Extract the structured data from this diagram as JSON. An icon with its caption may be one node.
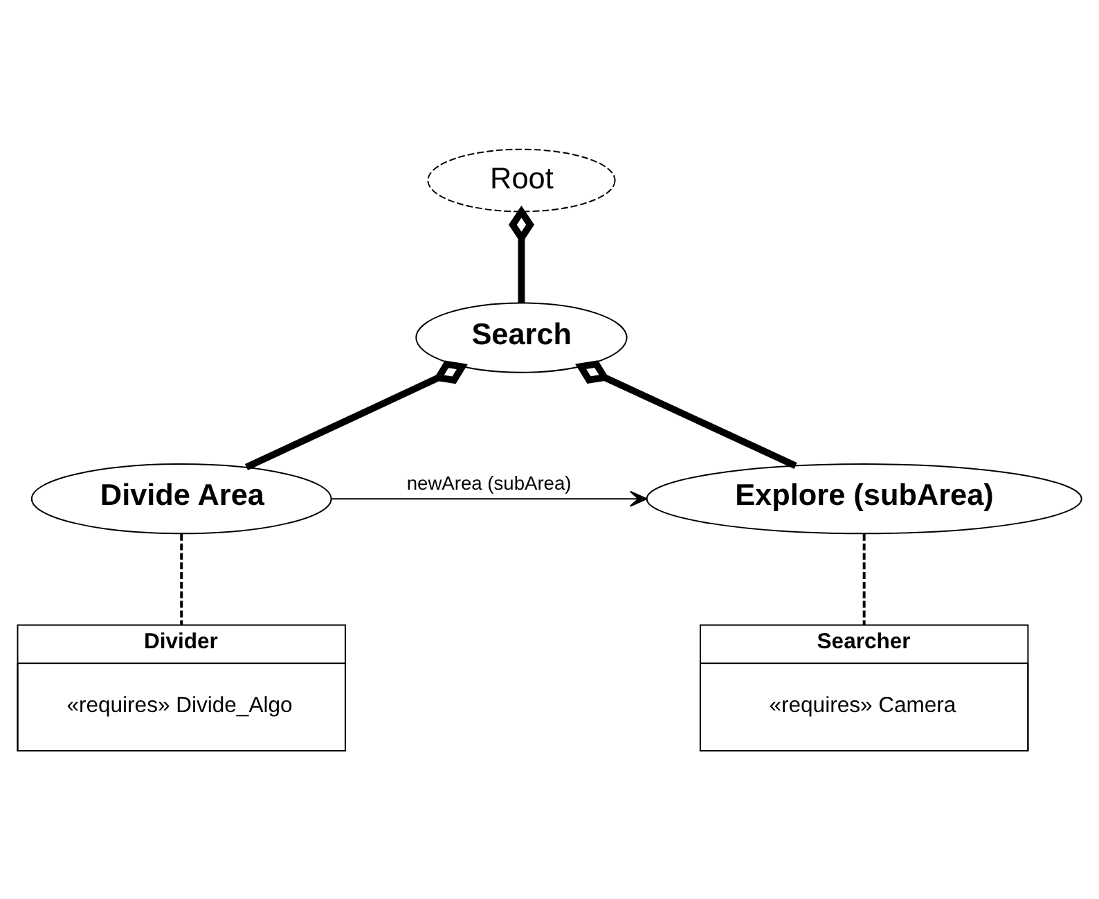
{
  "diagram": {
    "nodes": [
      {
        "text": [
          "Root"
        ]
      },
      {
        "text": [
          "Search"
        ]
      },
      {
        "text": [
          "Divide Area"
        ]
      },
      {
        "text": [
          "Explore (subArea)"
        ]
      },
      {
        "text": [
          "Divider",
          "«requires» Divide_Algo"
        ]
      },
      {
        "text": [
          "Searcher",
          "«requires» Camera"
        ]
      }
    ],
    "edges": [
      {
        "from": 0,
        "to": 1,
        "arrow": "other",
        "style": "thick"
      },
      {
        "from": 1,
        "to": 2,
        "arrow": "other",
        "style": "thick"
      },
      {
        "from": 1,
        "to": 3,
        "arrow": "other",
        "style": "thick"
      },
      {
        "from": 2,
        "to": 3,
        "arrow": "to",
        "label": "newArea (subArea)"
      },
      {
        "from": 2,
        "to": 4,
        "arrow": "none",
        "style": "dashed"
      },
      {
        "from": 3,
        "to": 5,
        "arrow": "none",
        "style": "dashed"
      }
    ]
  }
}
